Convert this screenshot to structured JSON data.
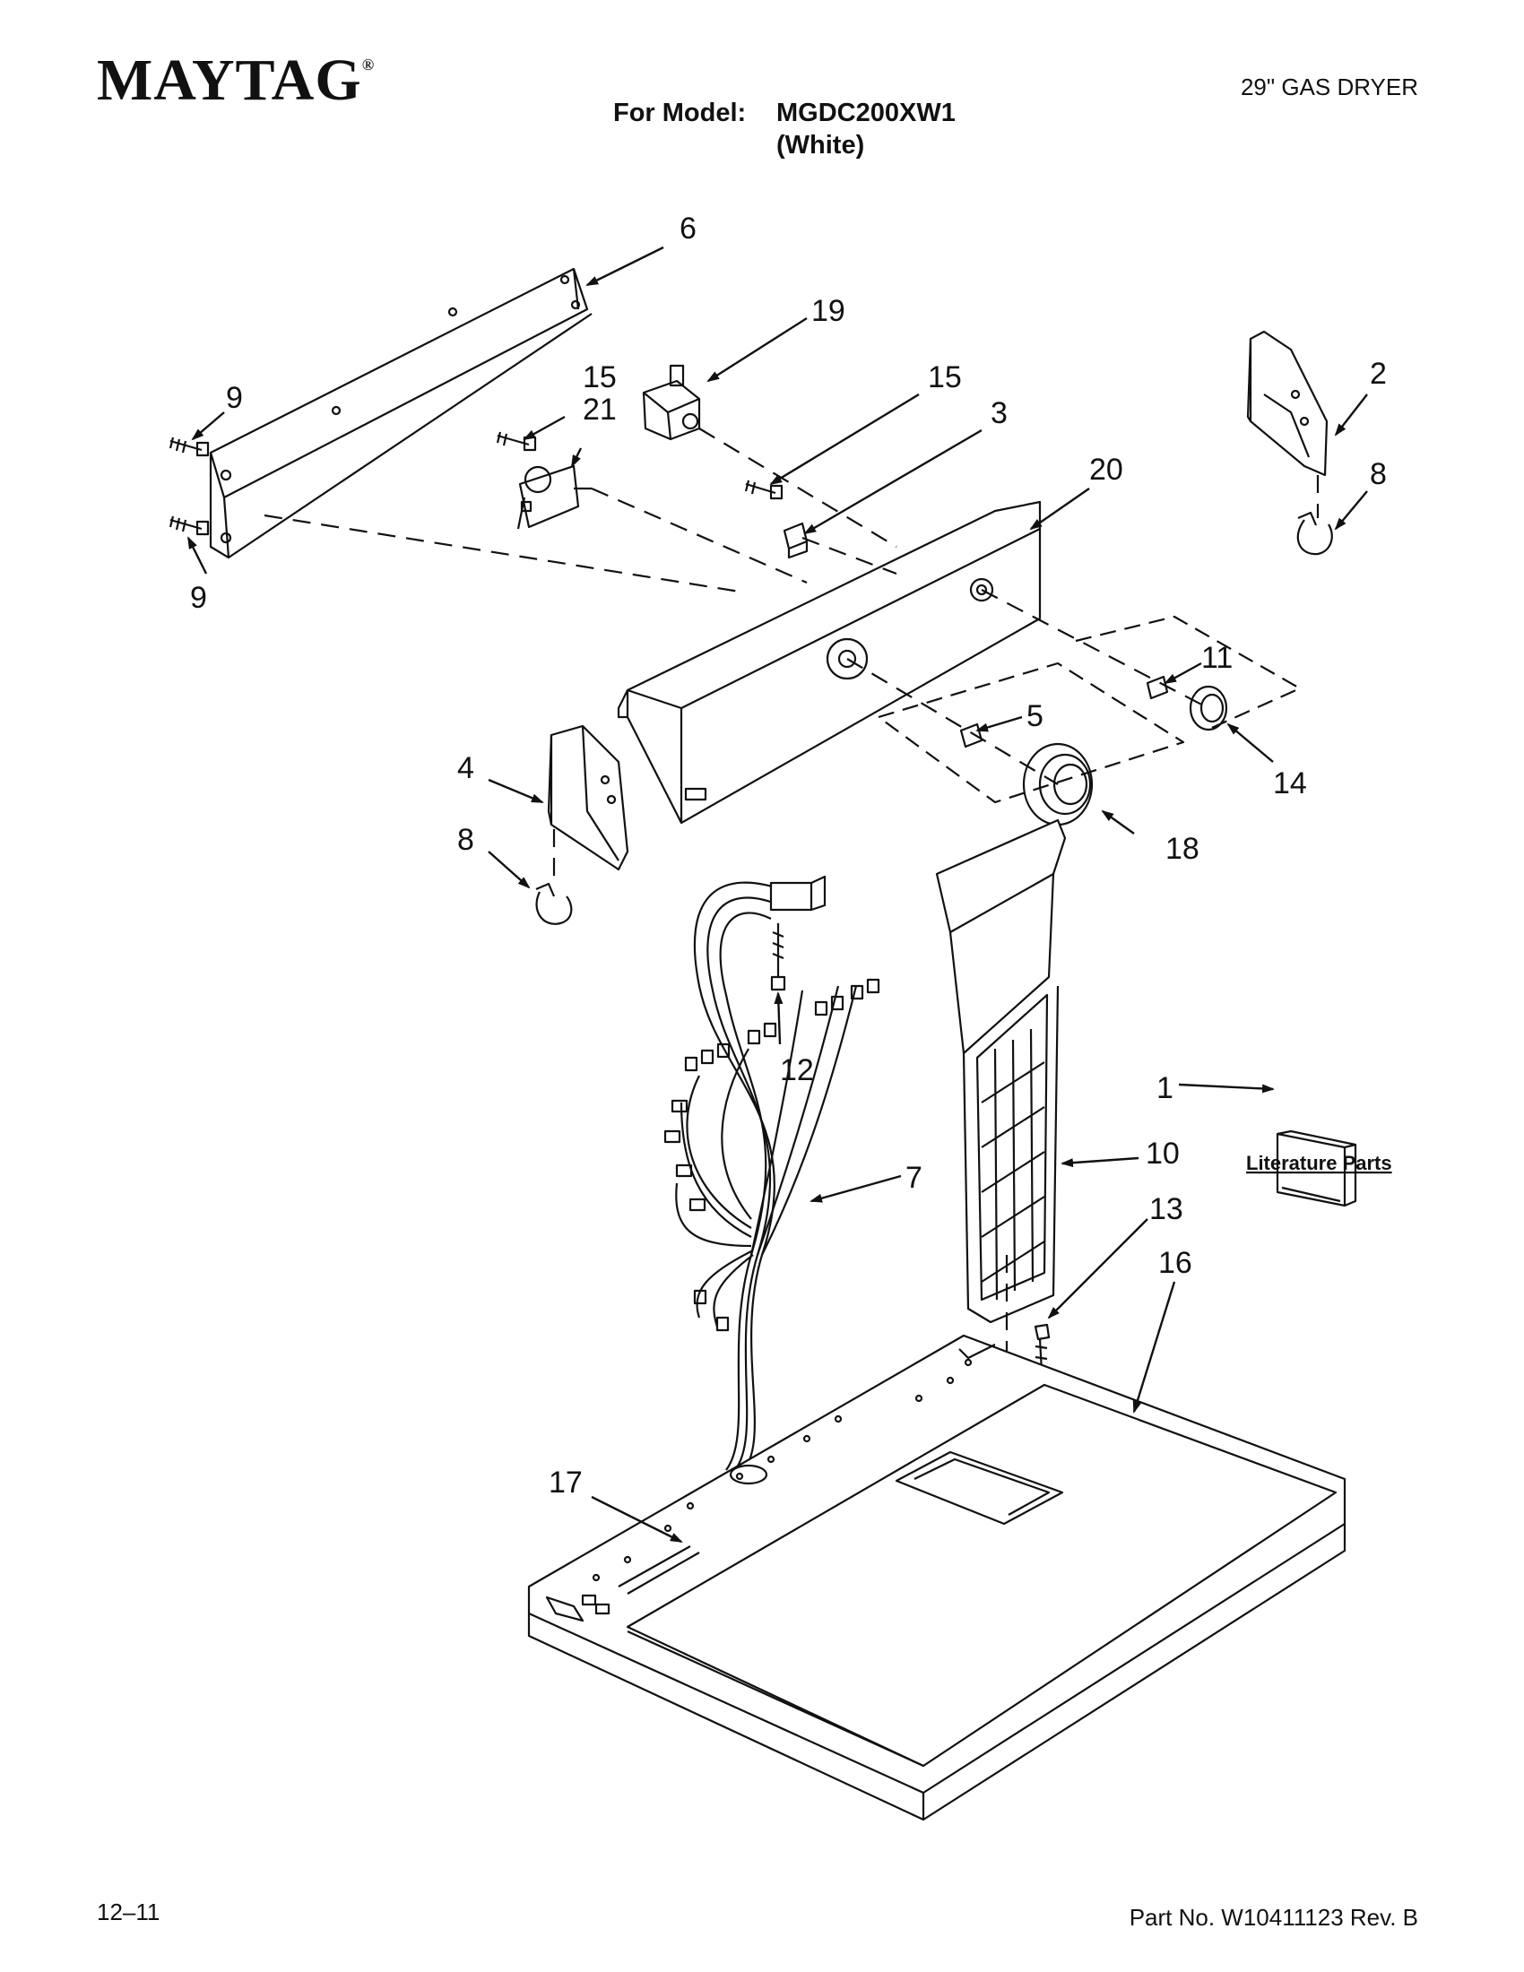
{
  "header": {
    "brand": "MAYTAG",
    "brand_mark": "®",
    "product": "29\" GAS DRYER",
    "model_label": "For Model:",
    "model_number": "MGDC200XW1",
    "model_color": "(White)"
  },
  "callouts": [
    "6",
    "19",
    "15",
    "21",
    "15",
    "3",
    "9",
    "9",
    "2",
    "8",
    "20",
    "11",
    "5",
    "14",
    "18",
    "4",
    "8",
    "12",
    "1",
    "10",
    "7",
    "13",
    "16",
    "17"
  ],
  "literature_label": "Literature Parts",
  "footer": {
    "date_code": "12–11",
    "part_number": "Part No. W10411123 Rev. B"
  }
}
